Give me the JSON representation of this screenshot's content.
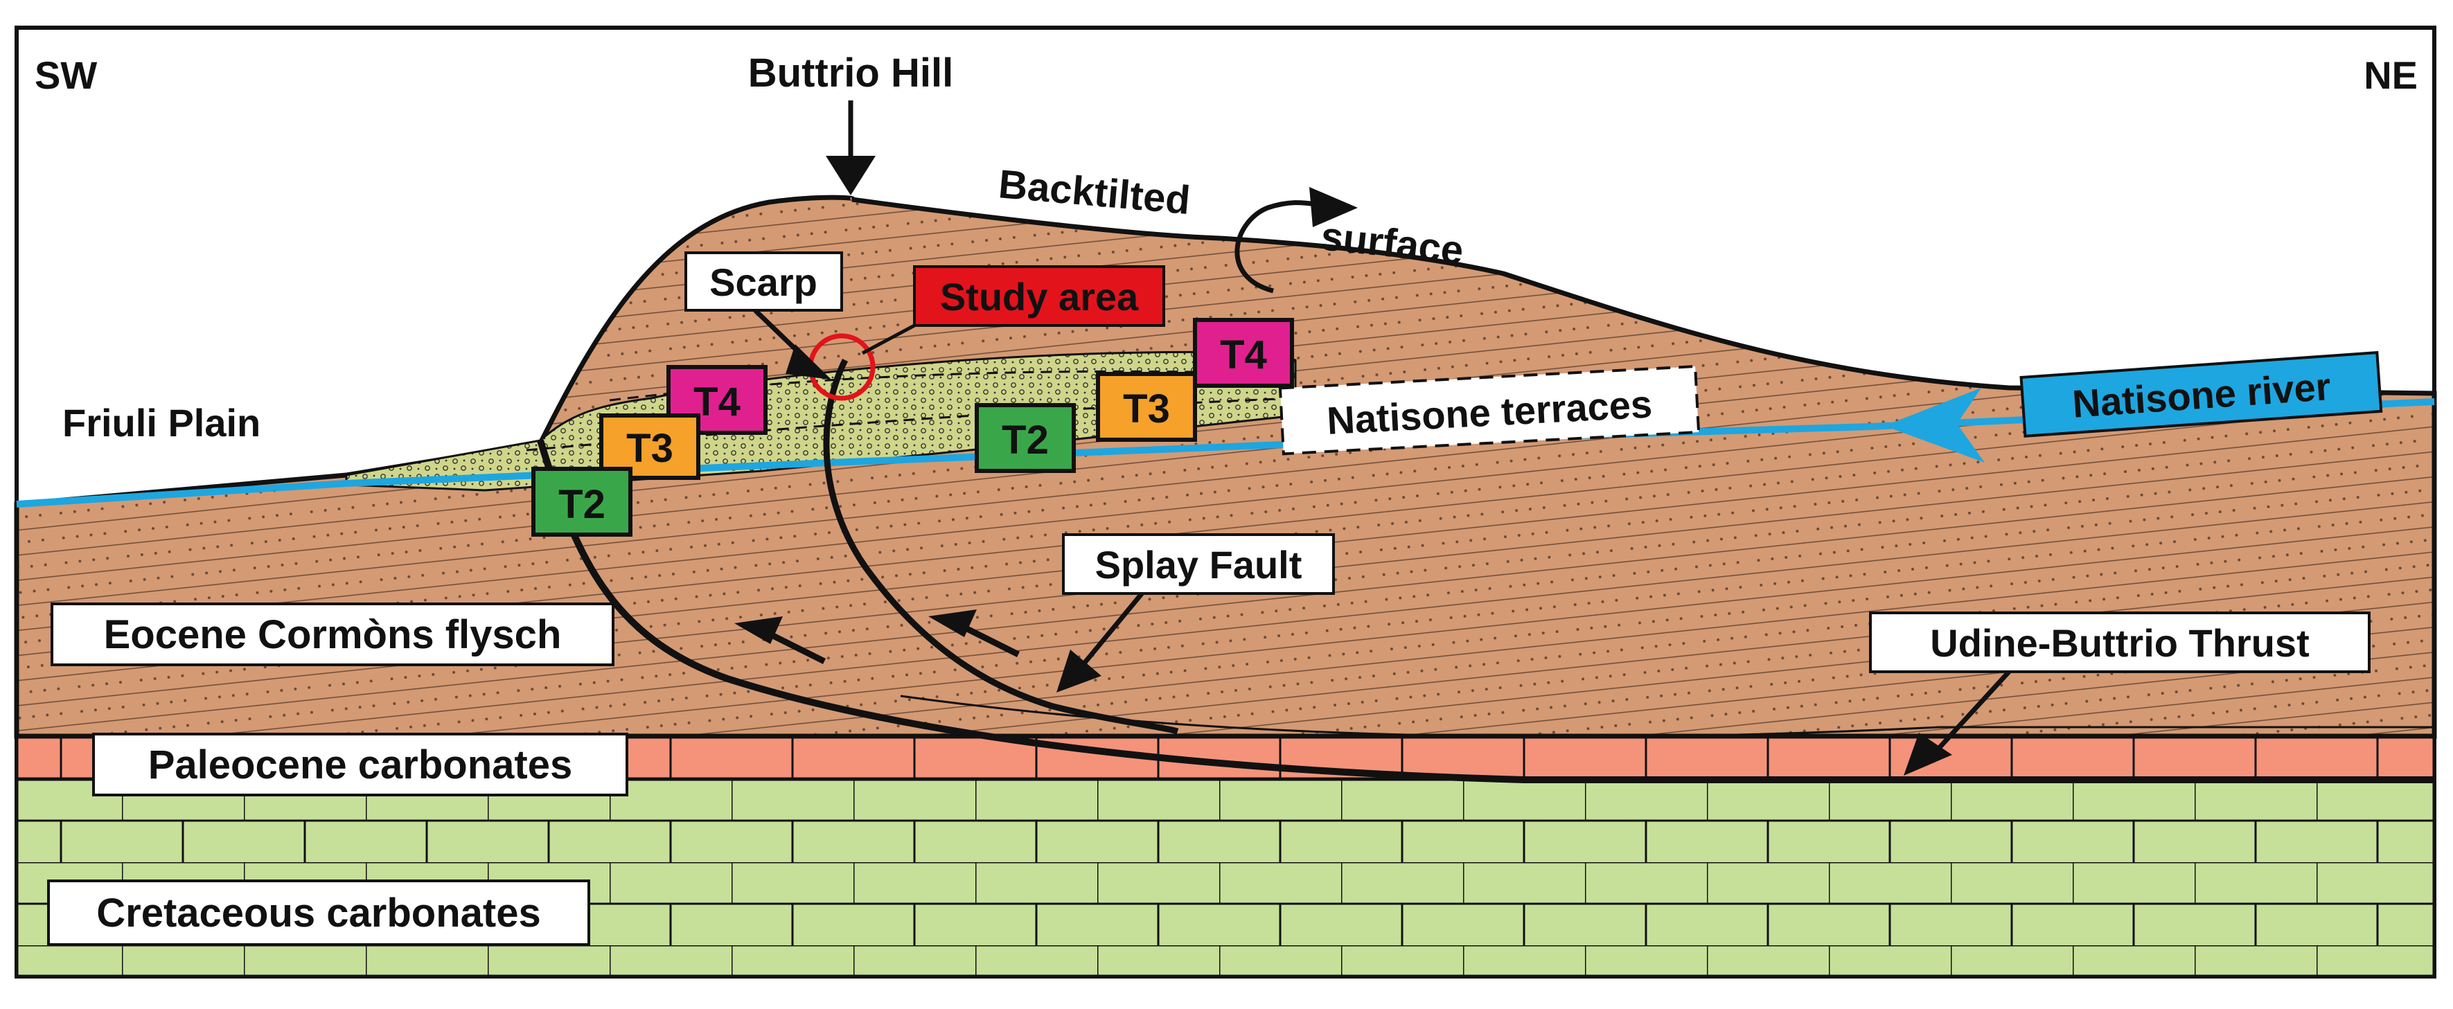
{
  "colors": {
    "flysch": "#d49a74",
    "paleocene": "#f4937a",
    "cretaceous": "#c6e09a",
    "terrace": "#cfd68a",
    "river": "#1ea6e0",
    "outline": "#111111",
    "T2": "#3aa64a",
    "T3": "#f5a12a",
    "T4": "#e0208f",
    "study_area_fill": "#e3131b",
    "study_circle": "#e3131b"
  },
  "orientation": {
    "left": "SW",
    "right": "NE"
  },
  "hill": {
    "label": "Buttrio Hill"
  },
  "backtilt": {
    "word1": "Backtilted",
    "word2": "surface"
  },
  "labels": {
    "scarp": "Scarp",
    "study_area": "Study area",
    "friuli_plain": "Friuli Plain",
    "natisone_terraces": "Natisone terraces",
    "natisone_river": "Natisone river",
    "splay_fault": "Splay Fault",
    "thrust": "Udine-Buttrio Thrust"
  },
  "units": {
    "flysch": "Eocene Cormòns flysch",
    "paleocene": "Paleocene carbonates",
    "cretaceous": "Cretaceous carbonates"
  },
  "terrace_tags": [
    {
      "id": "T4",
      "label": "T4",
      "level": "T4"
    },
    {
      "id": "T3",
      "label": "T3",
      "level": "T3"
    },
    {
      "id": "T2",
      "label": "T2",
      "level": "T2"
    },
    {
      "id": "T2",
      "label": "T2",
      "level": "T2"
    },
    {
      "id": "T3",
      "label": "T3",
      "level": "T3"
    },
    {
      "id": "T4",
      "label": "T4",
      "level": "T4"
    }
  ]
}
